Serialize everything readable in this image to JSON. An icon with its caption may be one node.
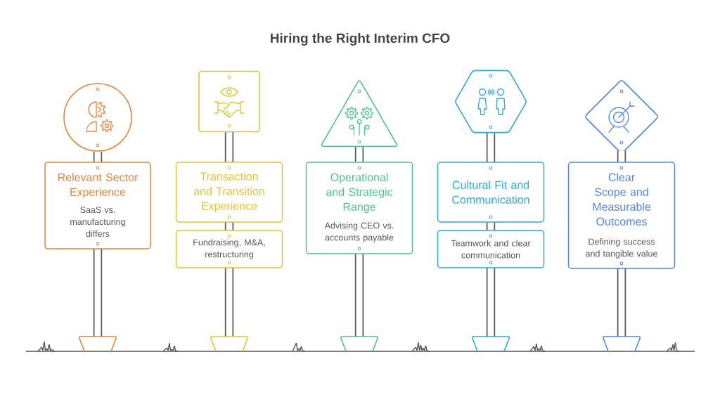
{
  "diagram": {
    "title": "Hiring the Right Interim CFO",
    "nodes": [
      {
        "text": [],
        "shape": "circle"
      },
      {
        "text": [
          "Relevant Sector Experience",
          "SaaS vs. manufacturing differs"
        ]
      },
      {
        "text": [],
        "shape": "box"
      },
      {
        "text": [
          "Transaction and Transition Experience"
        ]
      },
      {
        "text": [
          "Fundraising, M&A, restructuring"
        ]
      },
      {
        "text": [],
        "shape": "triangle"
      },
      {
        "text": [
          "Operational and Strategic Range",
          "Advising CEO vs. accounts payable"
        ]
      },
      {
        "text": [],
        "shape": "hexagon"
      },
      {
        "text": [
          "Cultural Fit and Communication"
        ]
      },
      {
        "text": [
          "Teamwork and clear communication"
        ]
      },
      {
        "text": [],
        "shape": "diamond"
      },
      {
        "text": [
          "Clear Scope and Measurable Outcomes",
          "Defining success and tangible value"
        ]
      }
    ],
    "edges": [
      {
        "from": 0,
        "to": 1,
        "arrow": "none"
      },
      {
        "from": 2,
        "to": 3,
        "arrow": "none"
      },
      {
        "from": 3,
        "to": 4,
        "arrow": "none"
      },
      {
        "from": 5,
        "to": 6,
        "arrow": "none"
      },
      {
        "from": 7,
        "to": 8,
        "arrow": "none"
      },
      {
        "from": 8,
        "to": 9,
        "arrow": "none"
      },
      {
        "from": 10,
        "to": 11,
        "arrow": "none"
      }
    ]
  }
}
